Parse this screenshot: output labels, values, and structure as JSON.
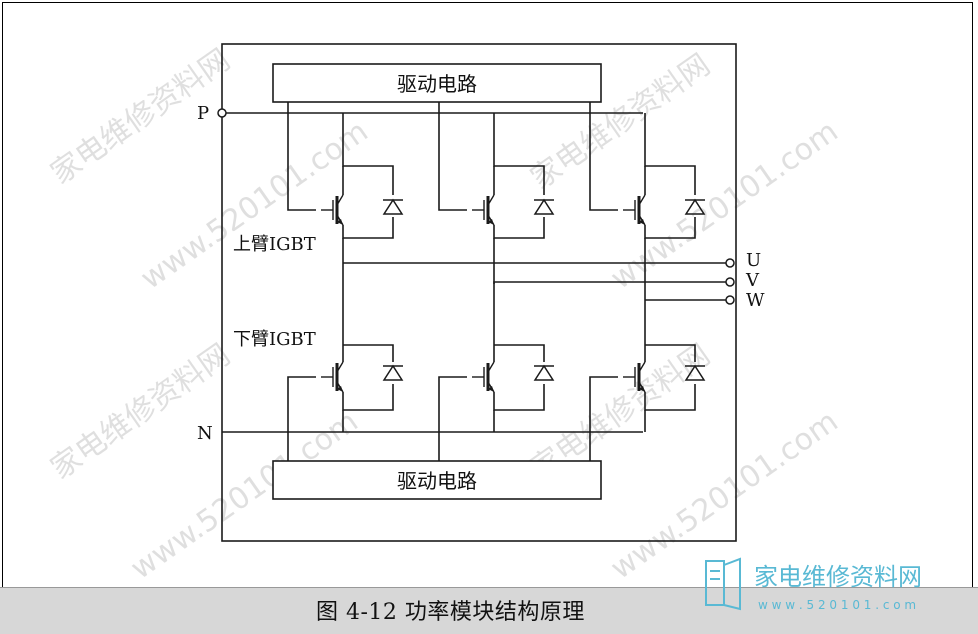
{
  "caption": "图 4-12    功率模块结构原理",
  "drive_top_label": "驱动电路",
  "drive_bottom_label": "驱动电路",
  "terminal_p": "P",
  "terminal_n": "N",
  "terminal_u": "U",
  "terminal_v": "V",
  "terminal_w": "W",
  "upper_igbt_label": "上臂IGBT",
  "lower_igbt_label": "下臂IGBT",
  "watermark_text": "家电维修资料网",
  "watermark_url": "www.520101.com",
  "logo": {
    "name": "家电维修资料网",
    "url": "w w w . 5 2 0 1 0 1 . c o m",
    "color": "#59b9d4"
  }
}
